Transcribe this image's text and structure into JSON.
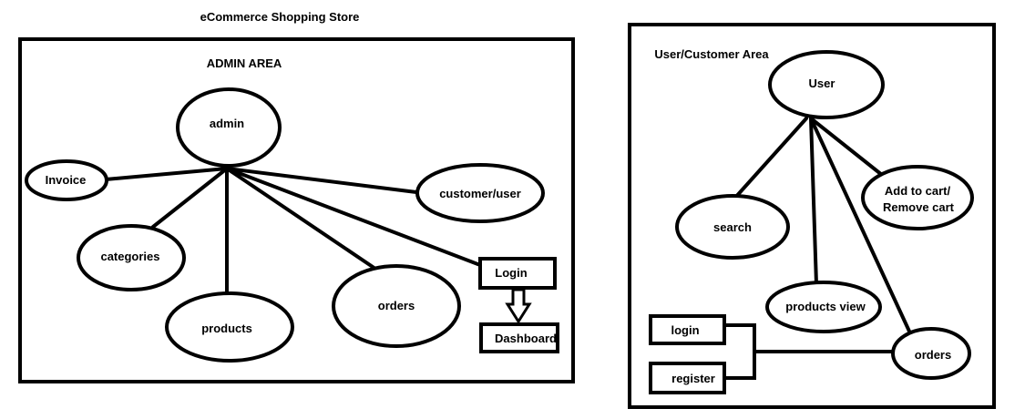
{
  "title": "eCommerce Shopping  Store",
  "admin_area": {
    "heading": "ADMIN AREA",
    "nodes": {
      "admin": "admin",
      "invoice": "Invoice",
      "categories": "categories",
      "products": "products",
      "orders": "orders",
      "customer": "customer/user",
      "login": "Login",
      "dashboard": "Dashboard"
    }
  },
  "user_area": {
    "heading": "User/Customer Area",
    "nodes": {
      "user": "User",
      "search": "search",
      "cart_line1": "Add to cart/",
      "cart_line2": "Remove cart",
      "products_view": "products view",
      "orders": "orders",
      "login": "login",
      "register": "register"
    }
  }
}
